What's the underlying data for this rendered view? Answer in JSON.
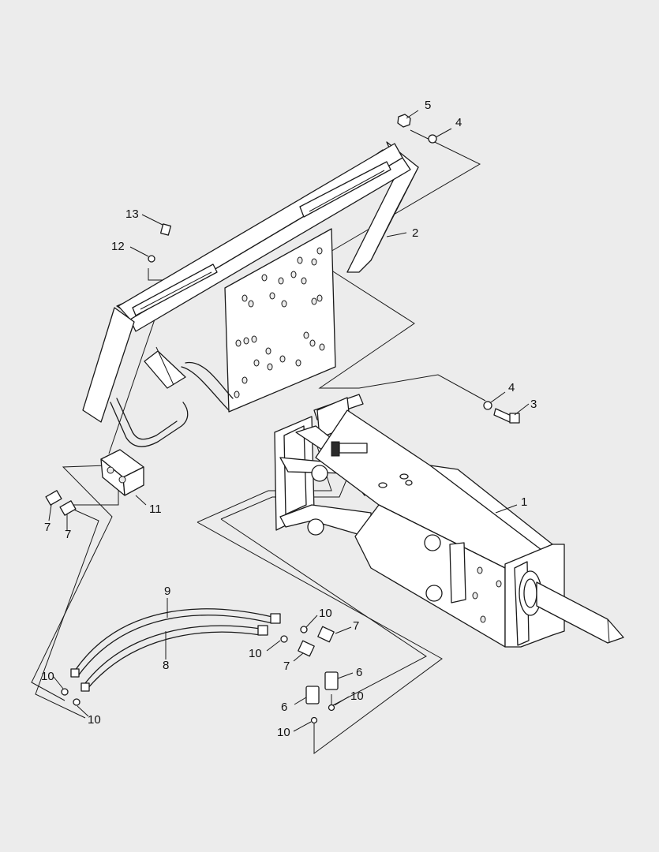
{
  "diagram": {
    "labels": {
      "breaker": "1",
      "mount_plate": "2",
      "bolt_3": "3",
      "washer_4a": "4",
      "washer_4b": "4",
      "nut_5": "5",
      "adapter_6a": "6",
      "adapter_6b": "6",
      "elbow_7a": "7",
      "elbow_7b": "7",
      "elbow_7c": "7",
      "elbow_7d": "7",
      "hose_8": "8",
      "hose_9": "9",
      "oring_10a": "10",
      "oring_10b": "10",
      "oring_10c": "10",
      "oring_10d": "10",
      "oring_10e": "10",
      "oring_10f": "10",
      "manifold_11": "11",
      "washer_12": "12",
      "screw_13": "13"
    }
  }
}
